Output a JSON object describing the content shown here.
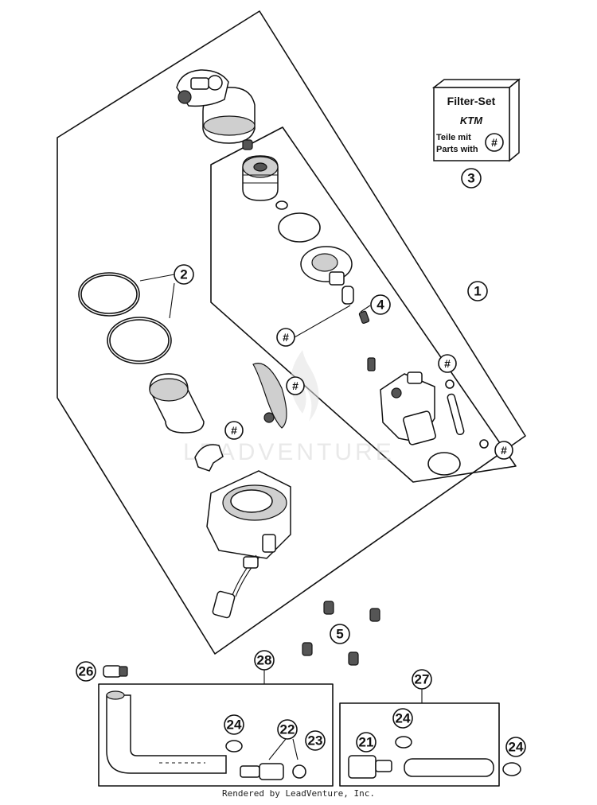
{
  "filter_set": {
    "title": "Filter-Set",
    "logo": "KTM",
    "line1": "Teile mit",
    "line2": "Parts with",
    "symbol": "#"
  },
  "callouts": [
    "1",
    "2",
    "3",
    "4",
    "5",
    "21",
    "22",
    "23",
    "24",
    "26",
    "27",
    "28"
  ],
  "hash_symbol": "#",
  "watermark": "LEADVENTURE",
  "credit": "Rendered by LeadVenture, Inc."
}
